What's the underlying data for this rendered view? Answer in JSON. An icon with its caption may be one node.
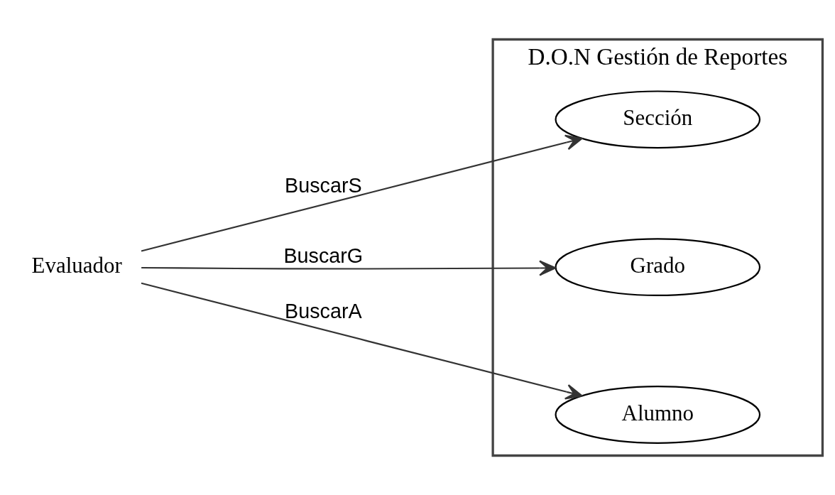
{
  "diagram": {
    "nodes": [
      {
        "text": [
          "Evaluador"
        ]
      },
      {
        "text": [
          "D.O.N Gestión de Reportes"
        ]
      },
      {
        "text": [
          "Sección"
        ],
        "in": 1
      },
      {
        "text": [
          "Grado"
        ],
        "in": 1
      },
      {
        "text": [
          "Alumno"
        ],
        "in": 1
      }
    ],
    "edges": [
      {
        "from": 0,
        "to": 2,
        "arrow": "to",
        "label": "BuscarS"
      },
      {
        "from": 0,
        "to": 3,
        "arrow": "to",
        "label": "BuscarG"
      },
      {
        "from": 0,
        "to": 4,
        "arrow": "to",
        "label": "BuscarA"
      }
    ]
  }
}
